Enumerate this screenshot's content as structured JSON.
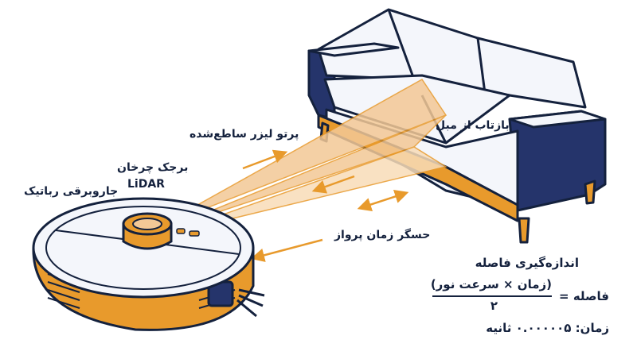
{
  "labels": {
    "robot": "جاروبرقی رباتیک",
    "lidar_line1": "برجک چرخان",
    "lidar_line2": "LiDAR",
    "laser": "پرتو لیزر ساطع‌شده",
    "reflection": "بازتاب از مبل",
    "tof": "حسگر زمان پرواز"
  },
  "formula": {
    "title": "اندازه‌گیری فاصله",
    "lhs": "فاصله =",
    "numerator": "(زمان × سرعت نور)",
    "denominator": "۲",
    "time": "زمان: ۰.۰۰۰۰۰۵ ثانیه"
  },
  "colors": {
    "outline": "#14213d",
    "accent": "#e89a2c",
    "beam": "#f3c896",
    "sofa_dark": "#25346b",
    "sofa_light": "#f4f6fb"
  },
  "icons": [
    "robot-vacuum-icon",
    "lidar-turret-icon",
    "sofa-icon",
    "arrow-icon"
  ]
}
